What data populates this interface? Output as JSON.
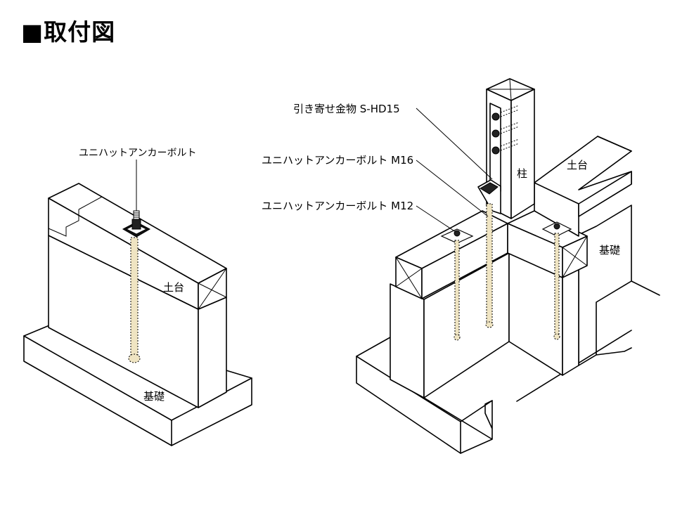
{
  "title": "■取付図",
  "left_figure": {
    "anchor_label": "ユニハットアンカーボルト",
    "sill_label": "土台",
    "foundation_label": "基礎"
  },
  "right_figure": {
    "hold_down_label": "引き寄せ金物 S-HD15",
    "anchor_m16_label": "ユニハットアンカーボルト M16",
    "anchor_m12_label": "ユニハットアンカーボルト M12",
    "column_label": "柱",
    "sill_label": "土台",
    "foundation_label": "基礎"
  },
  "colors": {
    "bolt_fill": "#efe4c2",
    "line": "#000000",
    "background": "#ffffff"
  }
}
